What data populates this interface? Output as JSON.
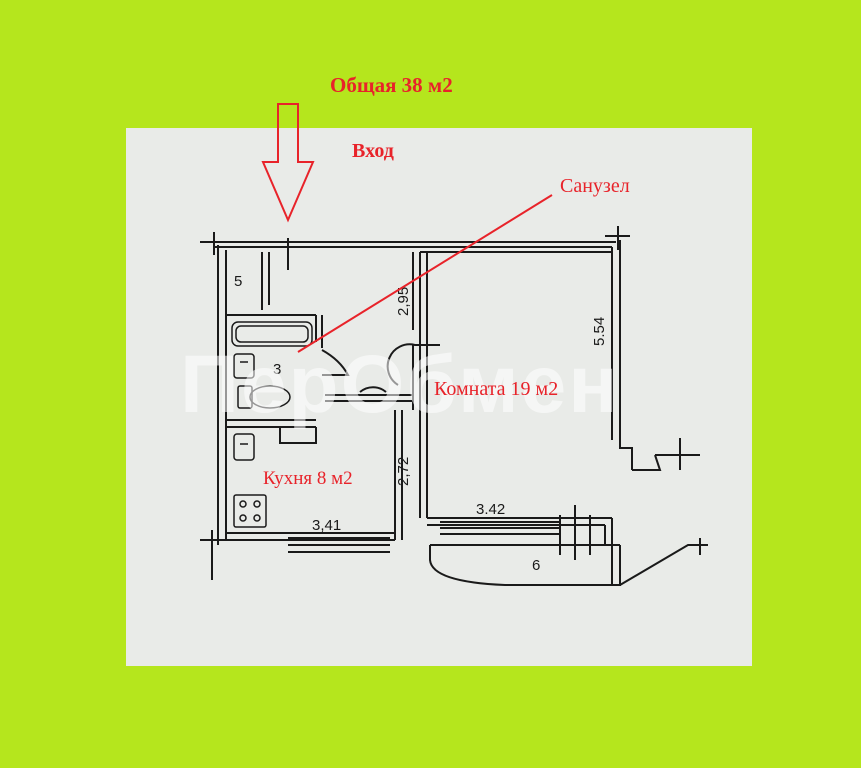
{
  "annotations": {
    "total_area": "Общая 38 м2",
    "entrance": "Вход",
    "bathroom": "Санузел",
    "room": "Комната 19 м2",
    "kitchen": "Кухня 8 м2"
  },
  "dimensions": {
    "room_5": "5",
    "bath_depth": "2,95",
    "room_height": "5.54",
    "bath_3": "3",
    "kitchen_depth": "2,72",
    "kitchen_width": "3,41",
    "room_width": "3.42",
    "balcony_6": "6"
  },
  "watermark": "ПерОбмен",
  "colors": {
    "background": "#b5e61d",
    "plan_paper": "#e9ebe8",
    "annotation_red": "#e8232a",
    "wall": "#1a1a1a"
  },
  "icons": {
    "entrance_arrow": "down-arrow-outline",
    "stove": "stove-icon",
    "bathtub": "bathtub-icon",
    "toilet": "toilet-icon",
    "sink": "sink-icon"
  }
}
